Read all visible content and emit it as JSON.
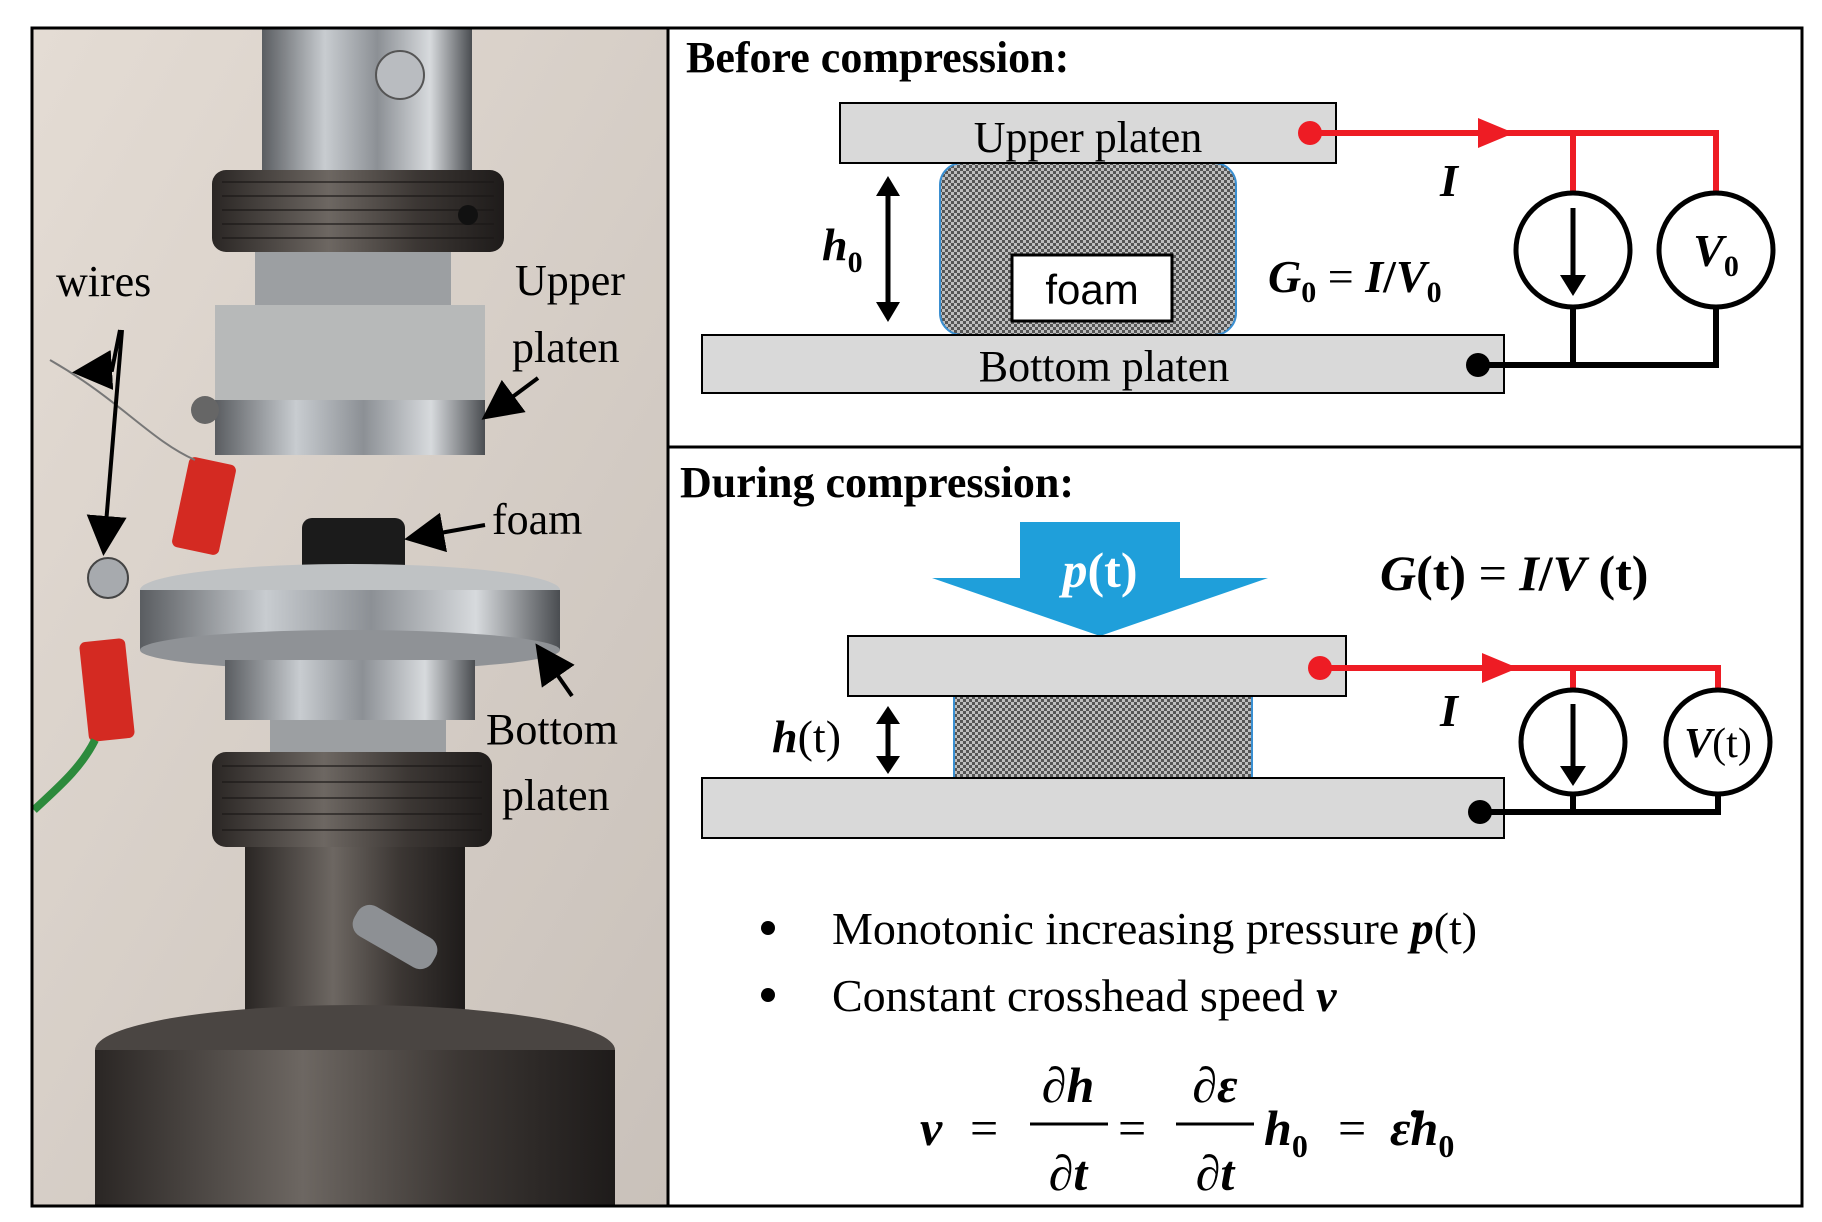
{
  "photo": {
    "labels": {
      "wires": "wires",
      "upper_platen_line1": "Upper",
      "upper_platen_line2": "platen",
      "foam": "foam",
      "bottom_platen_line1": "Bottom",
      "bottom_platen_line2": "platen"
    },
    "colors": {
      "background": "#cfc8c0",
      "steel": "#9a9ea3",
      "dark_steel": "#3e3a38",
      "connector_red": "#d42a22",
      "wire_green": "#2c8a3c"
    }
  },
  "before": {
    "heading": "Before compression:",
    "upper_platen": "Upper platen",
    "bottom_platen": "Bottom platen",
    "foam": "foam",
    "height": {
      "symbol": "h",
      "subscript": "0"
    },
    "current": "I",
    "conductance": {
      "lhs": "G",
      "lhs_sub": "0",
      "eq": " = ",
      "num": "I",
      "slash": "/",
      "den": "V",
      "den_sub": "0"
    },
    "meter": {
      "symbol": "V",
      "subscript": "0"
    }
  },
  "during": {
    "heading": "During compression:",
    "pressure": {
      "symbol": "p",
      "arg": "(t)"
    },
    "height": {
      "symbol": "h",
      "arg": "(t)"
    },
    "current": "I",
    "conductance": {
      "lhs": "G",
      "lhs_arg": "(t)",
      "eq": " = ",
      "num": "I",
      "slash": "/",
      "den": "V",
      "den_arg": " (t)"
    },
    "meter": {
      "symbol": "V",
      "arg": "(t)"
    },
    "bullets": [
      {
        "text": "Monotonic increasing pressure ",
        "math": "p",
        "math_arg": "(t)"
      },
      {
        "text": "Constant crosshead speed ",
        "math": "v",
        "math_arg": ""
      }
    ],
    "equation": {
      "lhs": "v",
      "eq1": "=",
      "frac1_num": "∂h",
      "frac1_den": "∂t",
      "eq2": "=",
      "frac2_num": "∂ε",
      "frac2_den": "∂t",
      "term_h": "h",
      "term_h_sub": "0",
      "eq3": "=",
      "rhs": "ε̇h",
      "rhs_sub": "0"
    }
  },
  "colors": {
    "circuit_red": "#ee1c24",
    "arrow_blue": "#1f9fda",
    "platen_fill": "#d9d9d9",
    "foam_fill": "#8a8a8a",
    "frame": "#000000"
  }
}
